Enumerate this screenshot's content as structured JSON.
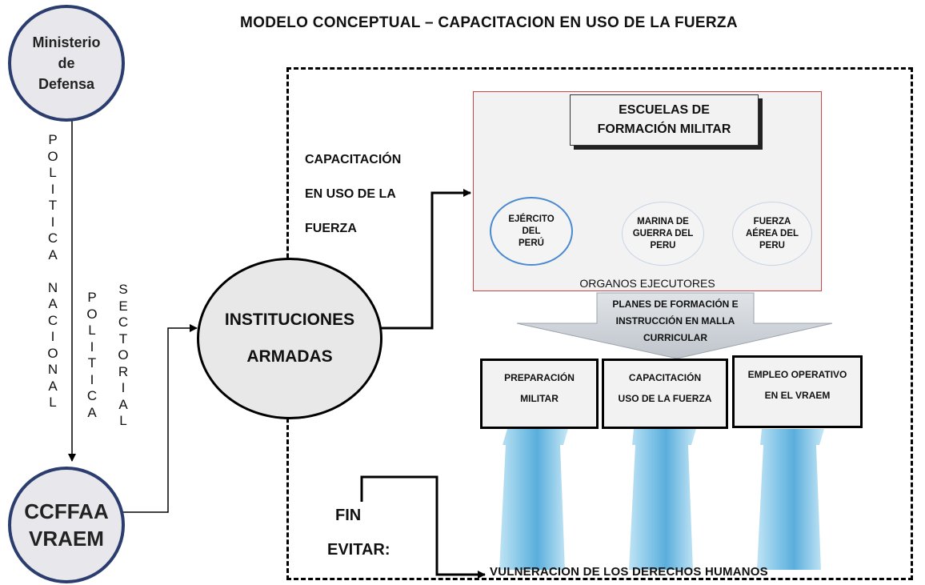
{
  "title": "MODELO CONCEPTUAL – CAPACITACION EN USO DE LA FUERZA",
  "nodes": {
    "ministerio": {
      "lines": [
        "Ministerio",
        "de",
        "Defensa"
      ]
    },
    "ccffaa": {
      "lines": [
        "CCFFAA",
        "VRAEM"
      ]
    },
    "instituciones": {
      "lines": [
        "INSTITUCIONES",
        "ARMADAS"
      ]
    },
    "escuelas": {
      "lines": [
        "ESCUELAS DE",
        "FORMACIÓN MILITAR"
      ]
    },
    "ejercito": {
      "lines": [
        "EJÉRCITO",
        "DEL",
        "PERÚ"
      ]
    },
    "marina": {
      "lines": [
        "MARINA DE",
        "GUERRA DEL",
        "PERU"
      ]
    },
    "fuerza_aerea": {
      "lines": [
        "FUERZA",
        "AÉREA DEL",
        "PERU"
      ]
    }
  },
  "vertical_labels": {
    "politica_nacional": "P\nO\nL\nI\nT\nI\nC\nA\n\nN\nA\nC\nI\nO\nN\nA\nL",
    "politica": "P\nO\nL\nI\nT\nI\nC\nA",
    "sectorial": "S\nE\nC\nT\nO\nR\nI\nA\nL"
  },
  "capacitacion_label": [
    "CAPACITACIÓN",
    "EN USO DE LA",
    "FUERZA"
  ],
  "organos_label": "ORGANOS EJECUTORES",
  "planes_label": [
    "PLANES DE FORMACIÓN E",
    "INSTRUCCIÓN EN MALLA",
    "CURRICULAR"
  ],
  "pillars": [
    {
      "lines": [
        "PREPARACIÓN",
        "MILITAR"
      ]
    },
    {
      "lines": [
        "CAPACITACIÓN",
        "USO DE LA FUERZA"
      ]
    },
    {
      "lines": [
        "EMPLEO OPERATIVO",
        "EN EL VRAEM"
      ]
    }
  ],
  "fin_label": [
    "FIN",
    "EVITAR:"
  ],
  "vulneracion_label": "VULNERACION DE LOS DERECHOS HUMANOS",
  "colors": {
    "circle_border": "#2b3d6e",
    "red_border": "#cc4444",
    "pillar_blue": "#7cc2e6",
    "ejercito_border": "#4a8ad0"
  }
}
